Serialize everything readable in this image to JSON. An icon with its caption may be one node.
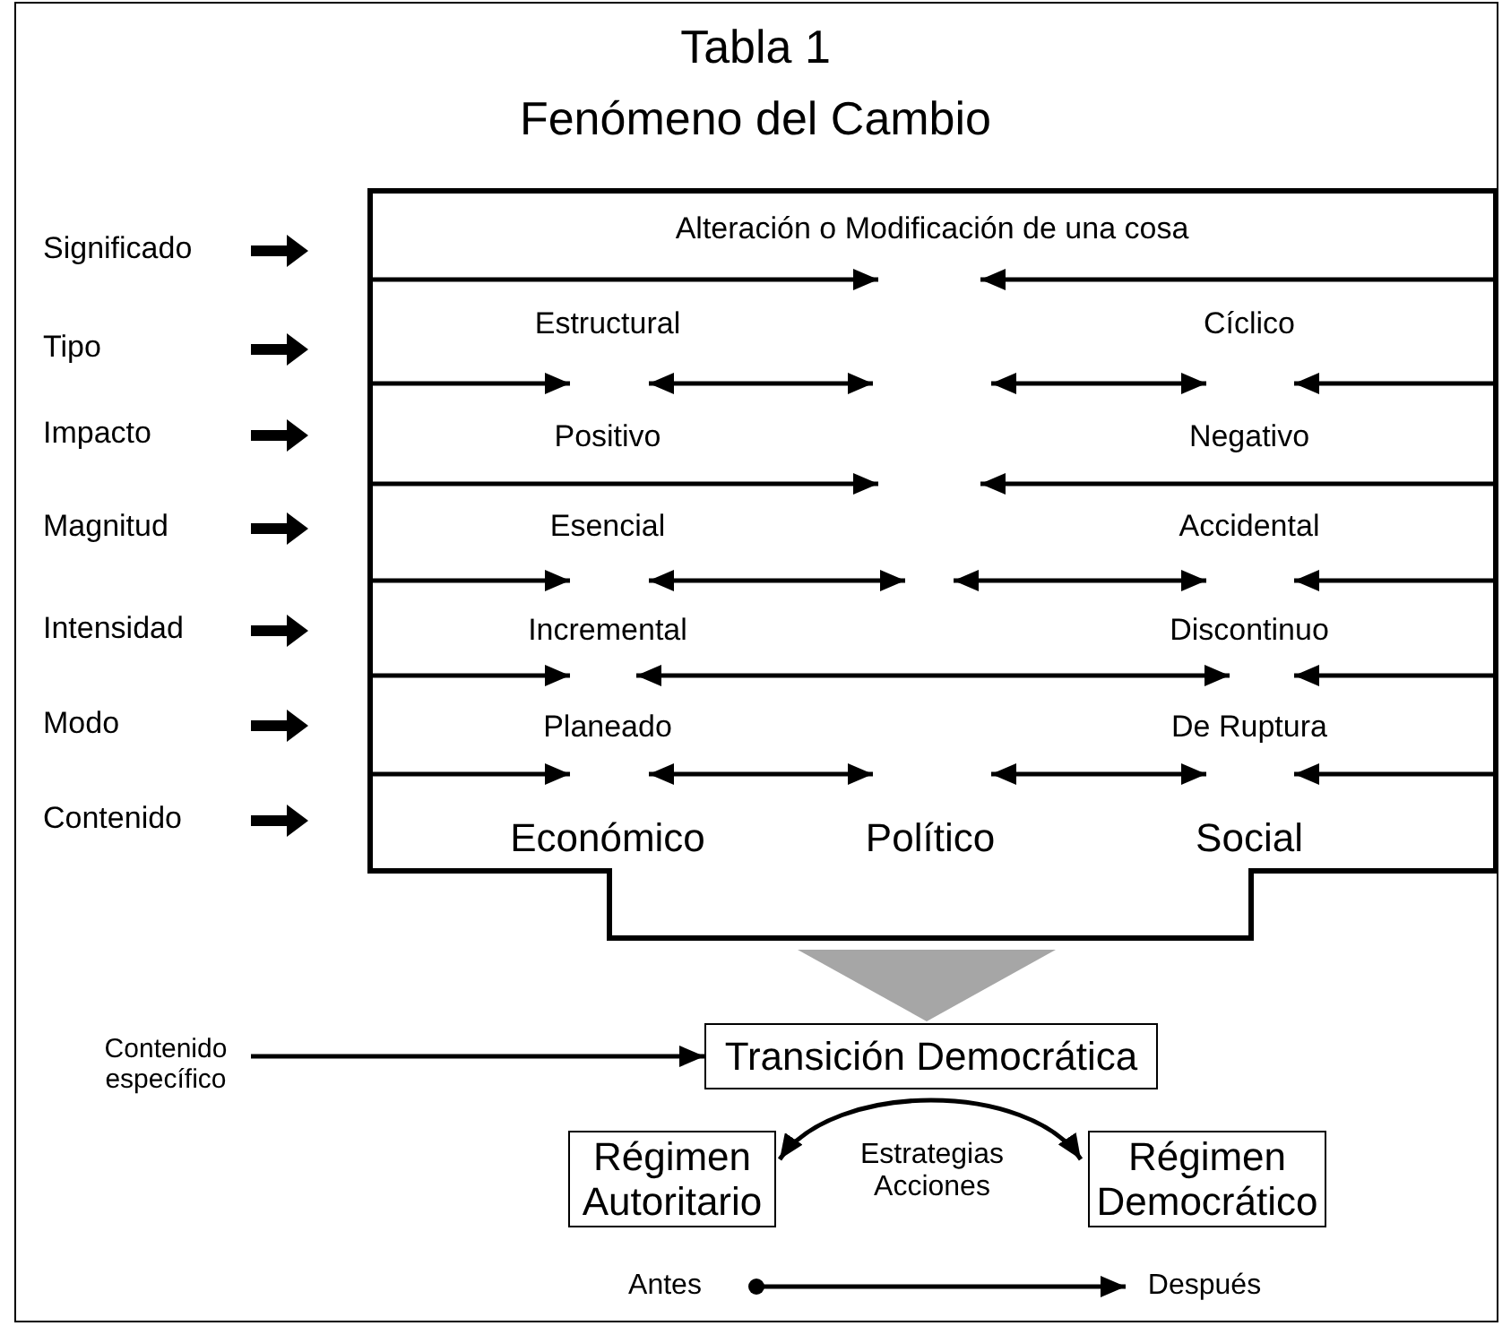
{
  "diagram": {
    "title": "Tabla 1",
    "nodes": [
      {
        "text": [
          "Alteración o Modificación de una cosa",
          "Estructural",
          "Cíclico",
          "Positivo",
          "Negativo",
          "Esencial",
          "Accidental",
          "Incremental",
          "Discontinuo",
          "Planeado",
          "De Ruptura",
          "Económico",
          "Político",
          "Social"
        ]
      },
      {
        "text": [
          "Contenido específico"
        ]
      },
      {
        "text": [
          "Transición Democrática"
        ]
      },
      {
        "text": [
          "Régimen Autoritario"
        ]
      },
      {
        "text": [
          "Régimen Democrático"
        ]
      },
      {
        "text": [
          "Antes"
        ]
      },
      {
        "text": [
          "Después"
        ]
      }
    ],
    "edges": [
      {
        "from": 0,
        "to": 2,
        "arrow": "to",
        "style": "thick",
        "color": "#a6a6a6"
      },
      {
        "from": 1,
        "to": 2,
        "arrow": "to"
      },
      {
        "from": 3,
        "to": 4,
        "arrow": "both",
        "label": "Estrategias Acciones"
      },
      {
        "from": 5,
        "to": 6,
        "arrow": "to"
      }
    ],
    "labels": [
      "Fenómeno del Cambio",
      "Significado",
      "Tipo",
      "Impacto",
      "Magnitud",
      "Intensidad",
      "Modo",
      "Contenido"
    ]
  }
}
